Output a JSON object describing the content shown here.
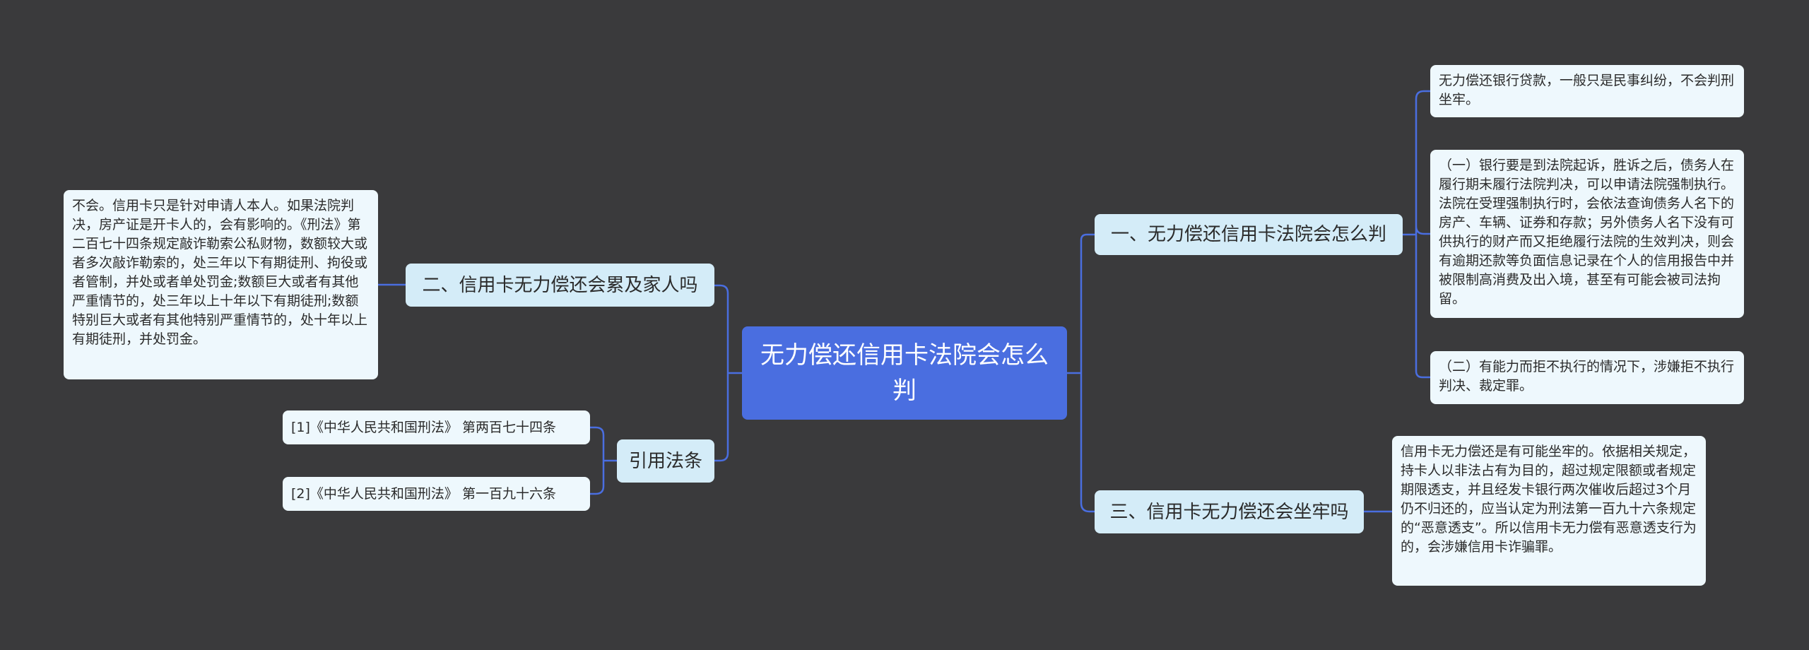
{
  "colors": {
    "background": "#3a3a3c",
    "root_fill": "#4a6ee0",
    "branch_fill": "#d4ecf8",
    "leaf_fill": "#eef8fd",
    "connector": "#4a6ee0"
  },
  "root": {
    "label": "无力偿还信用卡法院会怎么判"
  },
  "branches": {
    "b1": {
      "label": "一、无力偿还信用卡法院会怎么判",
      "children": [
        "无力偿还银行贷款，一般只是民事纠纷，不会判刑坐牢。",
        "（一）银行要是到法院起诉，胜诉之后，债务人在履行期未履行法院判决，可以申请法院强制执行。法院在受理强制执行时，会依法查询债务人名下的房产、车辆、证券和存款；另外债务人名下没有可供执行的财产而又拒绝履行法院的生效判决，则会有逾期还款等负面信息记录在个人的信用报告中并被限制高消费及出入境，甚至有可能会被司法拘留。",
        "（二）有能力而拒不执行的情况下，涉嫌拒不执行判决、裁定罪。"
      ]
    },
    "b2": {
      "label": "二、信用卡无力偿还会累及家人吗",
      "children": [
        "不会。信用卡只是针对申请人本人。如果法院判决，房产证是开卡人的，会有影响的。《刑法》第二百七十四条规定敲诈勒索公私财物，数额较大或者多次敲诈勒索的，处三年以下有期徒刑、拘役或者管制，并处或者单处罚金;数额巨大或者有其他严重情节的，处三年以上十年以下有期徒刑;数额特别巨大或者有其他特别严重情节的，处十年以上有期徒刑，并处罚金。"
      ]
    },
    "b3": {
      "label": "三、信用卡无力偿还会坐牢吗",
      "children": [
        "信用卡无力偿还是有可能坐牢的。依据相关规定，持卡人以非法占有为目的，超过规定限额或者规定期限透支，并且经发卡银行两次催收后超过3个月仍不归还的，应当认定为刑法第一百九十六条规定的“恶意透支”。所以信用卡无力偿有恶意透支行为的，会涉嫌信用卡诈骗罪。"
      ]
    },
    "b4": {
      "label": "引用法条",
      "children": [
        "[1]《中华人民共和国刑法》 第两百七十四条",
        "[2]《中华人民共和国刑法》 第一百九十六条"
      ]
    }
  }
}
